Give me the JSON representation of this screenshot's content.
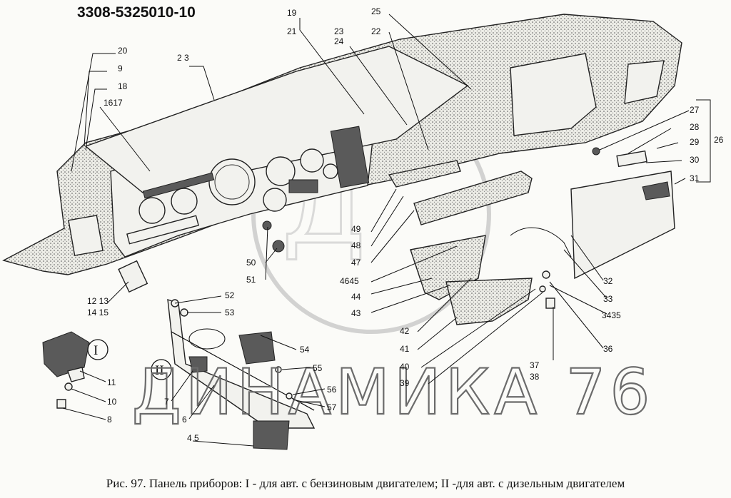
{
  "drawing_code": "3308-5325010-10",
  "caption": "Рис. 97. Панель приборов: I - для авт. с бензиновым двигателем; II -для авт. с дизельным двигателем",
  "watermark": "ДИНАМИКА 76",
  "roman_markers": [
    "I",
    "II"
  ],
  "callouts": [
    "19",
    "21",
    "25",
    "23",
    "24",
    "22",
    "2 3",
    "20",
    "9",
    "18",
    "1617",
    "27",
    "28",
    "29",
    "26",
    "30",
    "31",
    "49",
    "48",
    "47",
    "4645",
    "44",
    "43",
    "42",
    "41",
    "40",
    "39",
    "32",
    "33",
    "3435",
    "36",
    "37",
    "38",
    "50",
    "51",
    "12 13",
    "14 15",
    "52",
    "53",
    "54",
    "55",
    "56",
    "57",
    "11",
    "10",
    "8",
    "7",
    "6",
    "4 5"
  ]
}
